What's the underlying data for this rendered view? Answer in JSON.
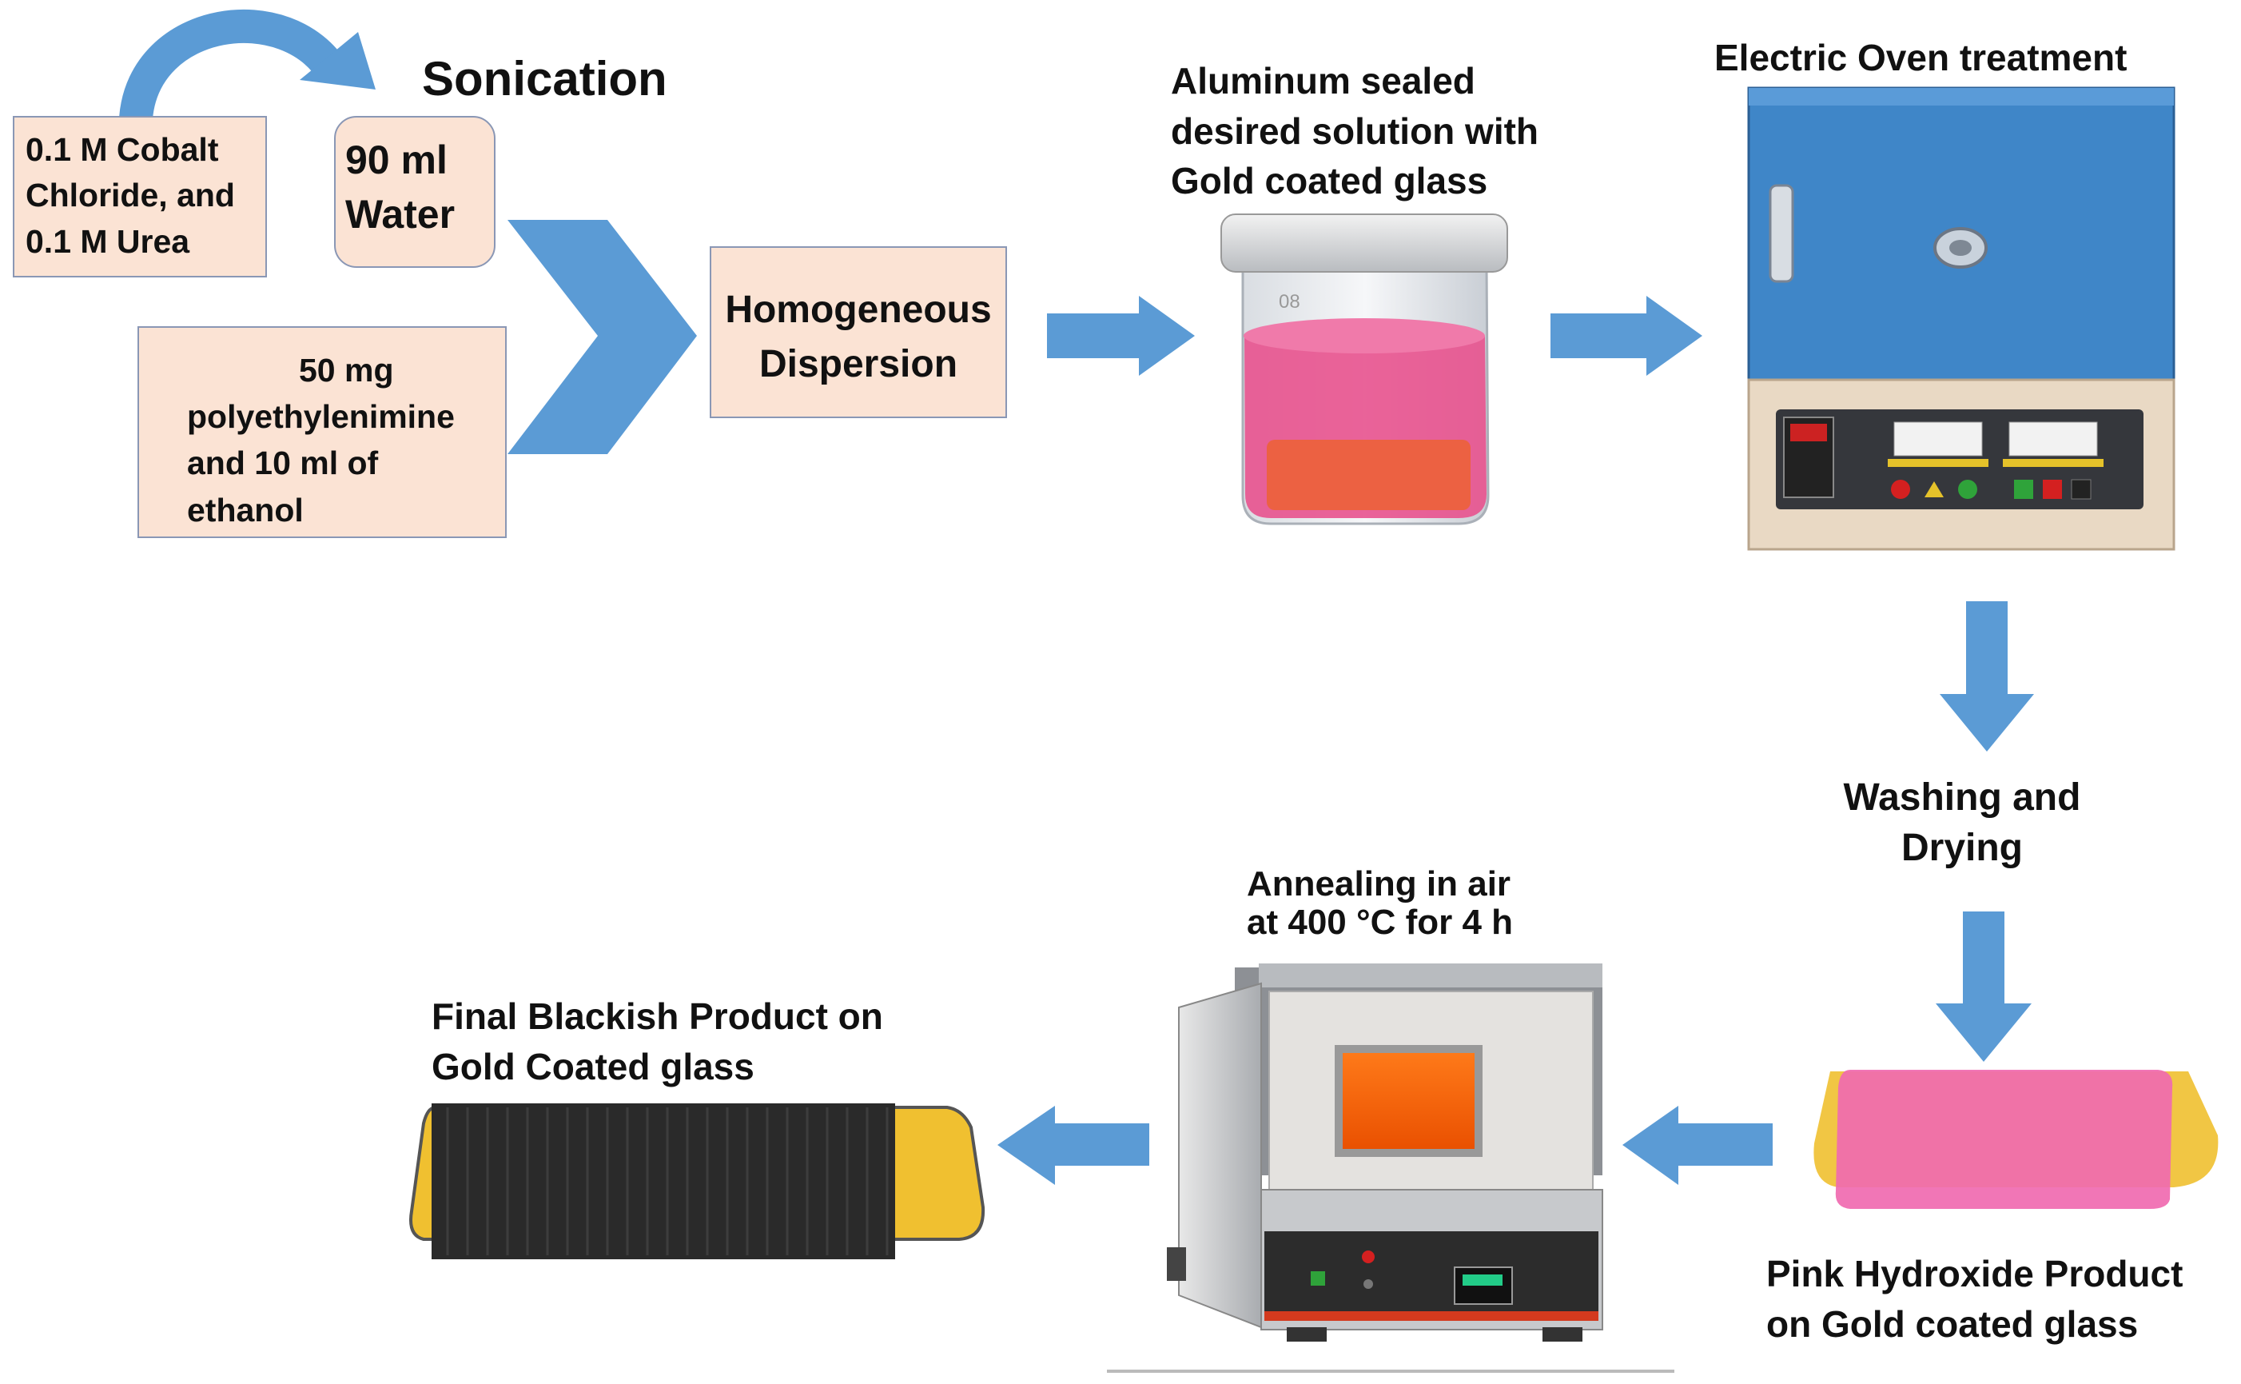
{
  "title": "Sonication",
  "inputs": {
    "cobalt_urea": [
      "0.1 M Cobalt",
      "Chloride, and",
      "0.1 M Urea"
    ],
    "water": [
      "90 ml",
      "Water"
    ],
    "pei_ethanol": [
      "50 mg",
      "polyethylenimine",
      "and  10 ml of",
      "ethanol"
    ]
  },
  "steps": {
    "dispersion": [
      "Homogeneous",
      "Dispersion"
    ],
    "sealed_solution": [
      "Aluminum sealed",
      "desired solution with",
      "Gold coated glass"
    ],
    "oven": "Electric Oven treatment",
    "washing": [
      "Washing and",
      "Drying"
    ],
    "pink_product": [
      "Pink Hydroxide Product",
      "on Gold coated glass"
    ],
    "annealing": [
      "Annealing in air",
      "at 400 °C for 4 h"
    ],
    "final_product": [
      "Final Blackish Product on",
      "Gold Coated glass"
    ]
  },
  "colors": {
    "arrow": "#5b9bd5",
    "box_fill": "#fbe3d4",
    "oven_blue": "#3f86c8",
    "solution_pink": "#e8528e",
    "gold": "#f0c030",
    "pink_film": "#f06ab0",
    "dark_film": "#2a2a2a"
  },
  "icons": [
    "beaker-icon",
    "electric-oven-icon",
    "muffle-furnace-icon",
    "coated-glass-icon"
  ]
}
